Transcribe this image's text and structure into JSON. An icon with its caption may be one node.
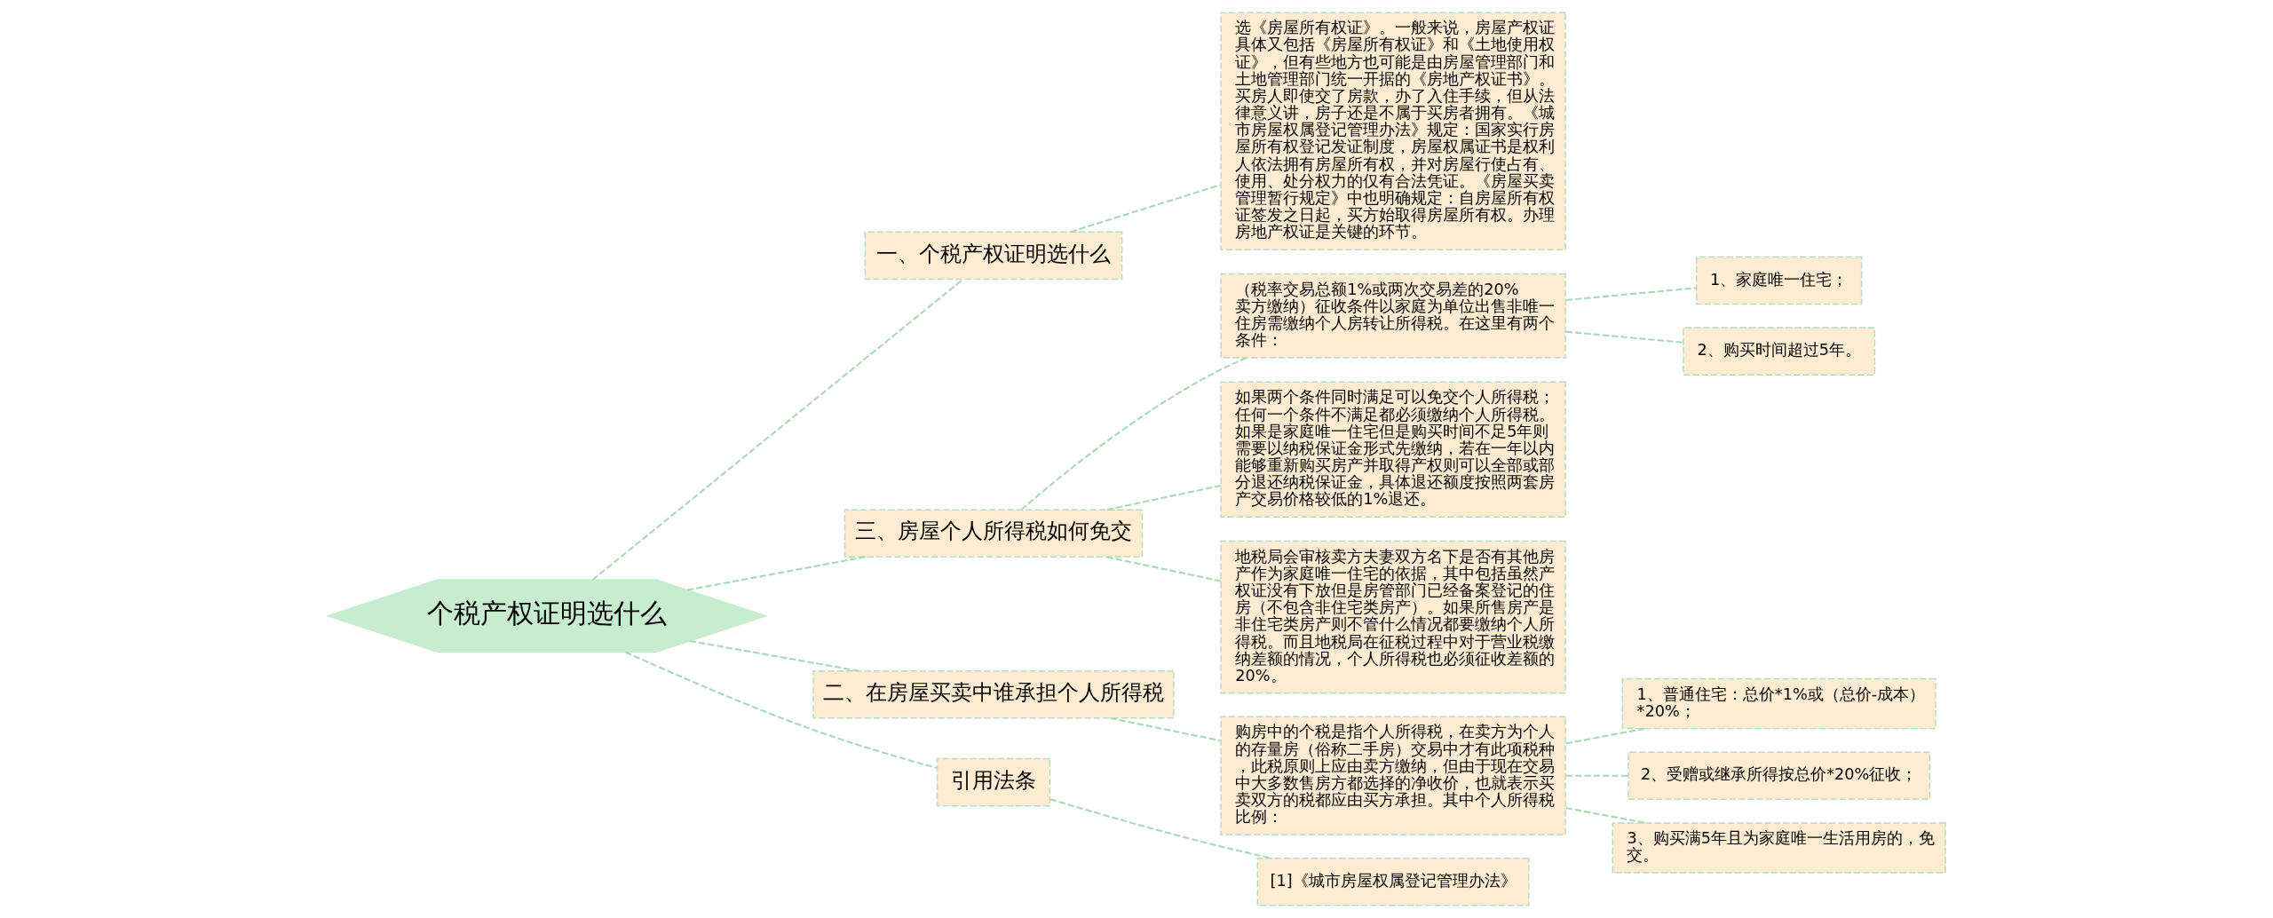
{
  "diagram": {
    "nodes": [
      {
        "text": [
          "个税产权证明选什么"
        ]
      },
      {
        "text": [
          "一、个税产权证明选什么"
        ]
      },
      {
        "text": [
          "选《房屋所有权证》。一般来说，房屋产权证具体又包括《房屋所有权证》和《土地使用权证》，但有些地方也可能是由房屋管理部门和土地管理部门统一开据的《房地产权证书》。买房人即使交了房款，办了入住手续，但从法律意义讲，房子还是不属于买房者拥有。《城市房屋权属登记管理办法》规定：国家实行房屋所有权登记发证制度，房屋权属证书是权利人依法拥有房屋所有权，并对房屋行使占有、使用、处分权力的仅有合法凭证。《房屋买卖管理暂行规定》中也明确规定：自房屋所有权证签发之日起，买方始取得房屋所有权。办理房地产权证是关键的环节。"
        ]
      },
      {
        "text": [
          "三、房屋个人所得税如何免交"
        ]
      },
      {
        "text": [
          "（税率交易总额1%或两次交易差的20% 卖方缴纳）征收条件以家庭为单位出售非唯一住房需缴纳个人房转让所得税。在这里有两个条件："
        ]
      },
      {
        "text": [
          "1、家庭唯一住宅；"
        ]
      },
      {
        "text": [
          "2、购买时间超过5年。"
        ]
      },
      {
        "text": [
          "如果两个条件同时满足可以免交个人所得税；任何一个条件不满足都必须缴纳个人所得税。如果是家庭唯一住宅但是购买时间不足5年则需要以纳税保证金形式先缴纳，若在一年以内能够重新购买房产并取得产权则可以全部或部分退还纳税保证金，具体退还额度按照两套房产交易价格较低的1%退还。"
        ]
      },
      {
        "text": [
          "地税局会审核卖方夫妻双方名下是否有其他房产作为家庭唯一住宅的依据，其中包括虽然产权证没有下放但是房管部门已经备案登记的住房（不包含非住宅类房产）。如果所售房产是非住宅类房产则不管什么情况都要缴纳个人所得税。而且地税局在征税过程中对于营业税缴纳差额的情况，个人所得税也必须征收差额的20%。"
        ]
      },
      {
        "text": [
          "二、在房屋买卖中谁承担个人所得税"
        ]
      },
      {
        "text": [
          "购房中的个税是指个人所得税，在卖方为个人的存量房（俗称二手房）交易中才有此项税种，此税原则上应由卖方缴纳，但由于现在交易中大多数售房方都选择的净收价，也就表示买卖双方的税都应由买方承担。其中个人所得税比例："
        ]
      },
      {
        "text": [
          "1、普通住宅：总价*1%或（总价-成本）*20%；"
        ]
      },
      {
        "text": [
          "2、受赠或继承所得按总价*20%征收；"
        ]
      },
      {
        "text": [
          "3、购买满5年且为家庭唯一生活用房的，免交。"
        ]
      },
      {
        "text": [
          "引用法条"
        ]
      },
      {
        "text": [
          "[1]《城市房屋权属登记管理办法》"
        ]
      }
    ],
    "edges": [
      {
        "from": 0,
        "to": 1,
        "arrow": "none"
      },
      {
        "from": 1,
        "to": 2,
        "arrow": "none"
      },
      {
        "from": 0,
        "to": 3,
        "arrow": "none"
      },
      {
        "from": 3,
        "to": 4,
        "arrow": "none"
      },
      {
        "from": 4,
        "to": 5,
        "arrow": "none"
      },
      {
        "from": 4,
        "to": 6,
        "arrow": "none"
      },
      {
        "from": 3,
        "to": 7,
        "arrow": "none"
      },
      {
        "from": 3,
        "to": 8,
        "arrow": "none"
      },
      {
        "from": 0,
        "to": 9,
        "arrow": "none"
      },
      {
        "from": 9,
        "to": 10,
        "arrow": "none"
      },
      {
        "from": 10,
        "to": 11,
        "arrow": "none"
      },
      {
        "from": 10,
        "to": 12,
        "arrow": "none"
      },
      {
        "from": 10,
        "to": 13,
        "arrow": "none"
      },
      {
        "from": 0,
        "to": 14,
        "arrow": "none"
      },
      {
        "from": 14,
        "to": 15,
        "arrow": "none"
      }
    ]
  }
}
